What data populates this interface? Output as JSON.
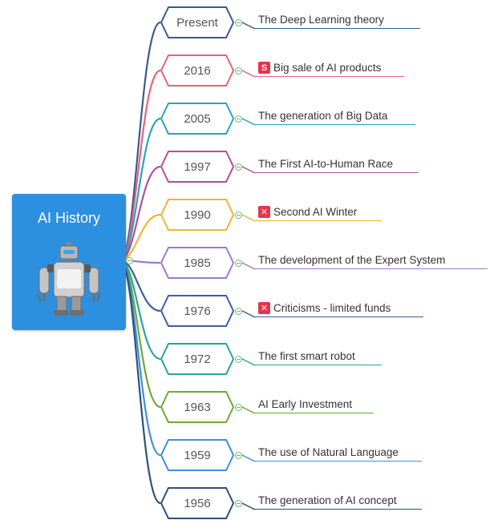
{
  "central": {
    "title": "AI History",
    "icon": "robot-icon",
    "color": "#2d8fdf"
  },
  "branches": [
    {
      "year": "Present",
      "event": "The Deep Learning theory",
      "color": "#3a5a8c",
      "icon": null
    },
    {
      "year": "2016",
      "event": "Big sale of AI products",
      "color": "#e8627a",
      "icon": "sale-icon"
    },
    {
      "year": "2005",
      "event": "The generation of Big Data",
      "color": "#2aa3bf",
      "icon": null
    },
    {
      "year": "1997",
      "event": "The First AI-to-Human Race",
      "color": "#b04f9e",
      "icon": null
    },
    {
      "year": "1990",
      "event": "Second AI Winter",
      "color": "#f0b62e",
      "icon": "cross-icon"
    },
    {
      "year": "1985",
      "event": "The development of the Expert System",
      "color": "#9b7bd0",
      "icon": null
    },
    {
      "year": "1976",
      "event": "Criticisms - limited funds",
      "color": "#3c5fa6",
      "icon": "cross-icon"
    },
    {
      "year": "1972",
      "event": "The first smart robot",
      "color": "#26a69a",
      "icon": null
    },
    {
      "year": "1963",
      "event": "AI Early Investment",
      "color": "#6aab2e",
      "icon": null
    },
    {
      "year": "1959",
      "event": "The use of Natural Language",
      "color": "#3f8fdc",
      "icon": null
    },
    {
      "year": "1956",
      "event": "The generation of AI concept",
      "color": "#2f4f7a",
      "icon": null
    }
  ],
  "icon_glyphs": {
    "sale-icon": "S",
    "cross-icon": "✕"
  },
  "expand_color": "#6abf6f"
}
